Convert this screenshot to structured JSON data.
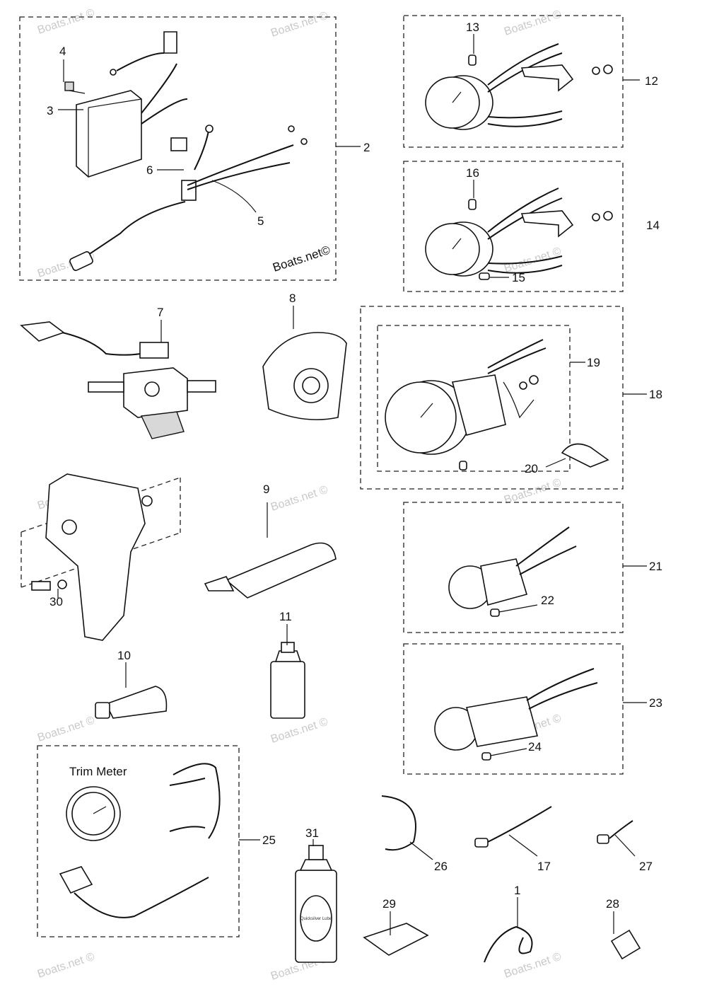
{
  "watermarks": [
    "Boats.net ©",
    "Boats.net©"
  ],
  "callouts": [
    {
      "id": "c1",
      "text": "1"
    },
    {
      "id": "c2",
      "text": "2"
    },
    {
      "id": "c3",
      "text": "3"
    },
    {
      "id": "c4",
      "text": "4"
    },
    {
      "id": "c5",
      "text": "5"
    },
    {
      "id": "c6",
      "text": "6"
    },
    {
      "id": "c7",
      "text": "7"
    },
    {
      "id": "c8",
      "text": "8"
    },
    {
      "id": "c9",
      "text": "9"
    },
    {
      "id": "c10",
      "text": "10"
    },
    {
      "id": "c11",
      "text": "11"
    },
    {
      "id": "c12",
      "text": "12"
    },
    {
      "id": "c13",
      "text": "13"
    },
    {
      "id": "c14",
      "text": "14"
    },
    {
      "id": "c15",
      "text": "15"
    },
    {
      "id": "c16",
      "text": "16"
    },
    {
      "id": "c17",
      "text": "17"
    },
    {
      "id": "c18",
      "text": "18"
    },
    {
      "id": "c19",
      "text": "19"
    },
    {
      "id": "c20",
      "text": "20"
    },
    {
      "id": "c21",
      "text": "21"
    },
    {
      "id": "c22",
      "text": "22"
    },
    {
      "id": "c23",
      "text": "23"
    },
    {
      "id": "c24",
      "text": "24"
    },
    {
      "id": "c25",
      "text": "25"
    },
    {
      "id": "c26",
      "text": "26"
    },
    {
      "id": "c27",
      "text": "27"
    },
    {
      "id": "c28",
      "text": "28"
    },
    {
      "id": "c29",
      "text": "29"
    },
    {
      "id": "c30",
      "text": "30"
    },
    {
      "id": "c31",
      "text": "31"
    }
  ],
  "trim_meter_title": "Trim Meter",
  "can_label": "Quicksilver Lube"
}
